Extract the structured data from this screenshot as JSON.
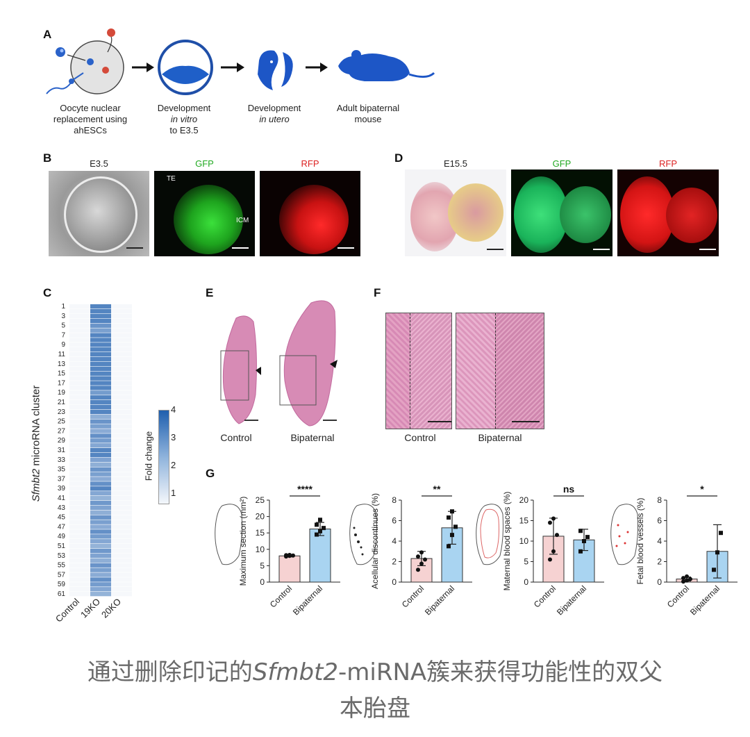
{
  "panels": {
    "A": "A",
    "B": "B",
    "C": "C",
    "D": "D",
    "E": "E",
    "F": "F",
    "G": "G"
  },
  "panel_a": {
    "step1": "Oocyte nuclear replacement using ahESCs",
    "step1_lines": [
      "Oocyte nuclear",
      "replacement using",
      "ahESCs"
    ],
    "step2_line1": "Development",
    "step2_line2": "in vitro",
    "step2_line3": "to E3.5",
    "step3_line1": "Development",
    "step3_line2": "in utero",
    "step4_line1": "Adult bipaternal",
    "step4_line2": "mouse"
  },
  "panel_b": {
    "headers": [
      "E3.5",
      "GFP",
      "RFP"
    ],
    "header_colors": [
      "#222222",
      "#22aa22",
      "#dd2222"
    ],
    "te_label": "TE",
    "icm_label": "ICM"
  },
  "panel_d": {
    "headers": [
      "E15.5",
      "GFP",
      "RFP"
    ]
  },
  "panel_c": {
    "ylabel_italic": "Sfmbt2",
    "ylabel_rest": " microRNA cluster",
    "row_labels": [
      "1",
      "3",
      "5",
      "7",
      "9",
      "11",
      "13",
      "15",
      "17",
      "19",
      "21",
      "23",
      "25",
      "27",
      "29",
      "31",
      "33",
      "35",
      "37",
      "39",
      "41",
      "43",
      "45",
      "47",
      "49",
      "51",
      "53",
      "55",
      "57",
      "59",
      "61"
    ],
    "columns": [
      "Control",
      "19KO",
      "20KO"
    ],
    "colorbar_label": "Fold change",
    "colorbar_ticks": [
      "4",
      "3",
      "2",
      "1"
    ],
    "colors": {
      "low": "#f4f7fb",
      "high": "#1f5fae"
    }
  },
  "panel_e": {
    "labels": [
      "Control",
      "Bipaternal"
    ]
  },
  "panel_f": {
    "labels": [
      "Control",
      "Bipaternal"
    ]
  },
  "chart_data": [
    {
      "type": "bar",
      "categories": [
        "Control",
        "Bipaternal"
      ],
      "values": [
        8,
        16.2
      ],
      "points": [
        [
          7.8,
          8.0,
          8.1,
          8.2,
          8.3
        ],
        [
          14.5,
          15.5,
          16.5,
          17.5,
          19
        ]
      ],
      "errors": [
        0.3,
        2.0
      ],
      "ylabel": "Maximum section (mm²)",
      "ylim": [
        0,
        25
      ],
      "yticks": [
        "0",
        "5",
        "10",
        "15",
        "20",
        "25"
      ],
      "significance": "****"
    },
    {
      "type": "bar",
      "categories": [
        "Control",
        "Bipaternal"
      ],
      "values": [
        2.3,
        5.3
      ],
      "points": [
        [
          1.2,
          1.8,
          2.2,
          2.5,
          2.9
        ],
        [
          3.5,
          4.6,
          5.4,
          6.3,
          6.9
        ]
      ],
      "errors": [
        0.7,
        1.6
      ],
      "ylabel": "Acellular discontinues (%)",
      "ylim": [
        0,
        8
      ],
      "yticks": [
        "0",
        "2",
        "4",
        "6",
        "8"
      ],
      "significance": "**"
    },
    {
      "type": "bar",
      "categories": [
        "Control",
        "Bipaternal"
      ],
      "values": [
        11.2,
        10.3
      ],
      "points": [
        [
          5.5,
          7.5,
          11.5,
          14.5,
          15.5
        ],
        [
          7.5,
          10,
          11,
          12.5
        ]
      ],
      "errors": [
        4.4,
        2.6
      ],
      "ylabel": "Maternal blood spaces (%)",
      "ylim": [
        0,
        20
      ],
      "yticks": [
        "0",
        "5",
        "10",
        "15",
        "20"
      ],
      "significance": "ns"
    },
    {
      "type": "bar",
      "categories": [
        "Control",
        "Bipaternal"
      ],
      "values": [
        0.3,
        3.0
      ],
      "points": [
        [
          0.05,
          0.15,
          0.3,
          0.4,
          0.55
        ],
        [
          1.2,
          2.9,
          4.8
        ]
      ],
      "errors": [
        0.2,
        2.6
      ],
      "ylabel": "Fetal blood vessels (%)",
      "ylim": [
        0,
        8
      ],
      "yticks": [
        "0",
        "2",
        "4",
        "6",
        "8"
      ],
      "significance": "*"
    }
  ],
  "bar_colors": {
    "control": "#f6d2d2",
    "bipaternal": "#a9d4f1"
  },
  "caption": {
    "part1": "通过删除印记的",
    "part2": "Sfmbt2",
    "part3": "-miRNA簇来获得功能性的双父",
    "part4": "本胎盘"
  }
}
